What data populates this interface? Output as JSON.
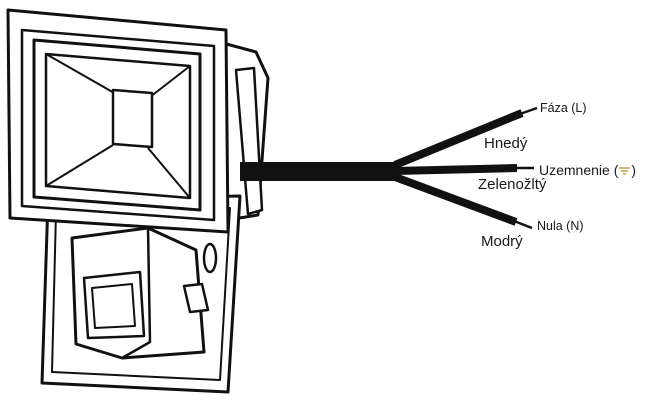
{
  "wires": {
    "phase": {
      "terminal": "Fáza (L)",
      "color_name": "Hnedý"
    },
    "earth": {
      "terminal_prefix": "Uzemnenie (",
      "terminal_suffix": ")",
      "color_name": "Zelenožltý",
      "symbol": "ground-icon"
    },
    "neutral": {
      "terminal": "Nula (N)",
      "color_name": "Modrý"
    }
  },
  "colors": {
    "line": "#111111",
    "ground_symbol": "#c8a34a"
  }
}
